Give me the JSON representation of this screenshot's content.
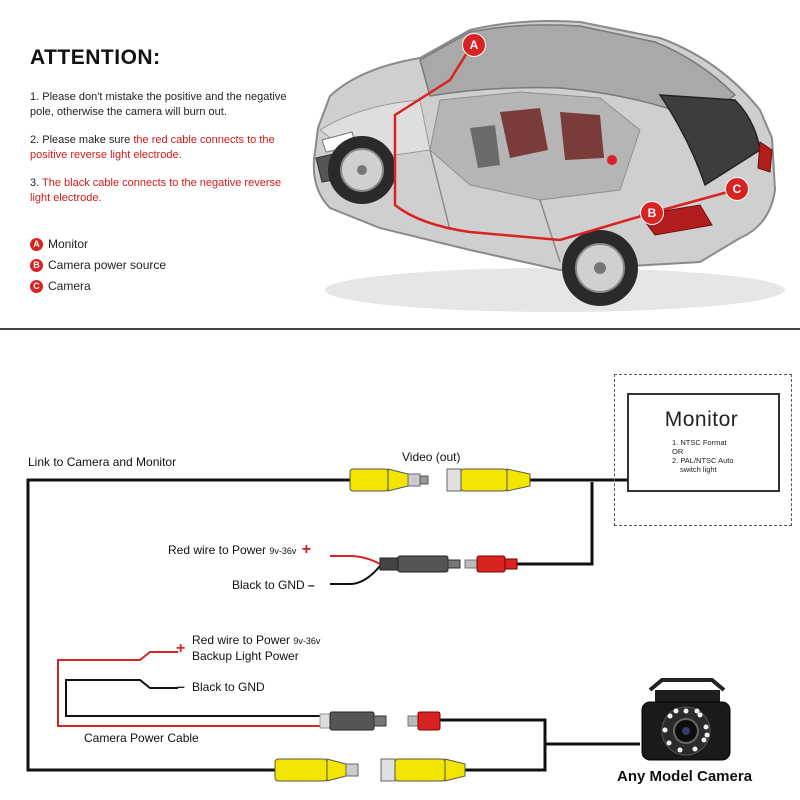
{
  "attention": {
    "title": "ATTENTION:",
    "note1": "1. Please don't mistake the positive and the negative pole, otherwise the camera will burn out.",
    "note2_prefix": "2. Please make sure ",
    "note2_red": "the red cable connects to the positive reverse light electrode.",
    "note3_prefix": "3. ",
    "note3_red": "The black cable connects to the negative reverse light electrode."
  },
  "legend": [
    {
      "badge": "A",
      "label": "Monitor"
    },
    {
      "badge": "B",
      "label": "Camera power source"
    },
    {
      "badge": "C",
      "label": "Camera"
    }
  ],
  "car_markers": {
    "a": "A",
    "b": "B",
    "c": "C"
  },
  "wiring": {
    "link_label": "Link to Camera and Monitor",
    "video_out": "Video (out)",
    "red_power_1": "Red wire to Power",
    "red_power_1_range": "9v-36v",
    "plus_1": "+",
    "black_gnd_1": "Black to GND",
    "minus_1": "–",
    "red_power_2": "Red wire to Power",
    "red_power_2_range": "9v-36v",
    "backup_light": "Backup Light Power",
    "plus_2": "+",
    "black_gnd_2": "Black to GND",
    "minus_2": "–",
    "camera_power_cable": "Camera Power Cable"
  },
  "monitor": {
    "title": "Monitor",
    "line1": "1. NTSC Format",
    "line2": "OR",
    "line3": "2. PAL/NTSC Auto",
    "line4": "switch light"
  },
  "camera_label": "Any Model Camera",
  "colors": {
    "accent_red": "#d92222",
    "rca_yellow": "#f2e600",
    "wire": "#111111"
  }
}
